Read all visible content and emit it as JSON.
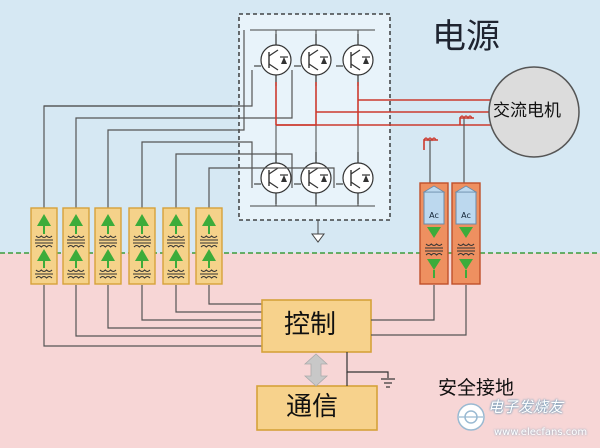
{
  "labels": {
    "power_domain": "电源",
    "motor": "交流电机",
    "control": "控制",
    "communication": "通信",
    "safety_ground": "安全接地"
  },
  "module_text": "Ac",
  "watermark": {
    "brand": "电子发烧友",
    "url": "www.elecfans.com",
    "logo": "elecfans-logo"
  },
  "colors": {
    "power_zone": "#d6e8f3",
    "safety_zone": "#f7d6d6",
    "isolator_fill": "#f5d28a",
    "isolator_border": "#d6a23a",
    "sensor_fill": "#ee9060",
    "sensor_border": "#c0502a",
    "box_fill": "#f7d28c",
    "arrow_green": "#3cac3a",
    "phase_red": "#cc3a2e",
    "boundary_green": "#3c9c3c",
    "motor_fill": "#dcdcdc"
  },
  "icons": [
    "igbt-switch-icon",
    "isolation-transformer-icon",
    "signal-arrow-icon",
    "double-arrow-icon",
    "ground-icon",
    "current-sensor-icon",
    "elecfans-logo"
  ]
}
